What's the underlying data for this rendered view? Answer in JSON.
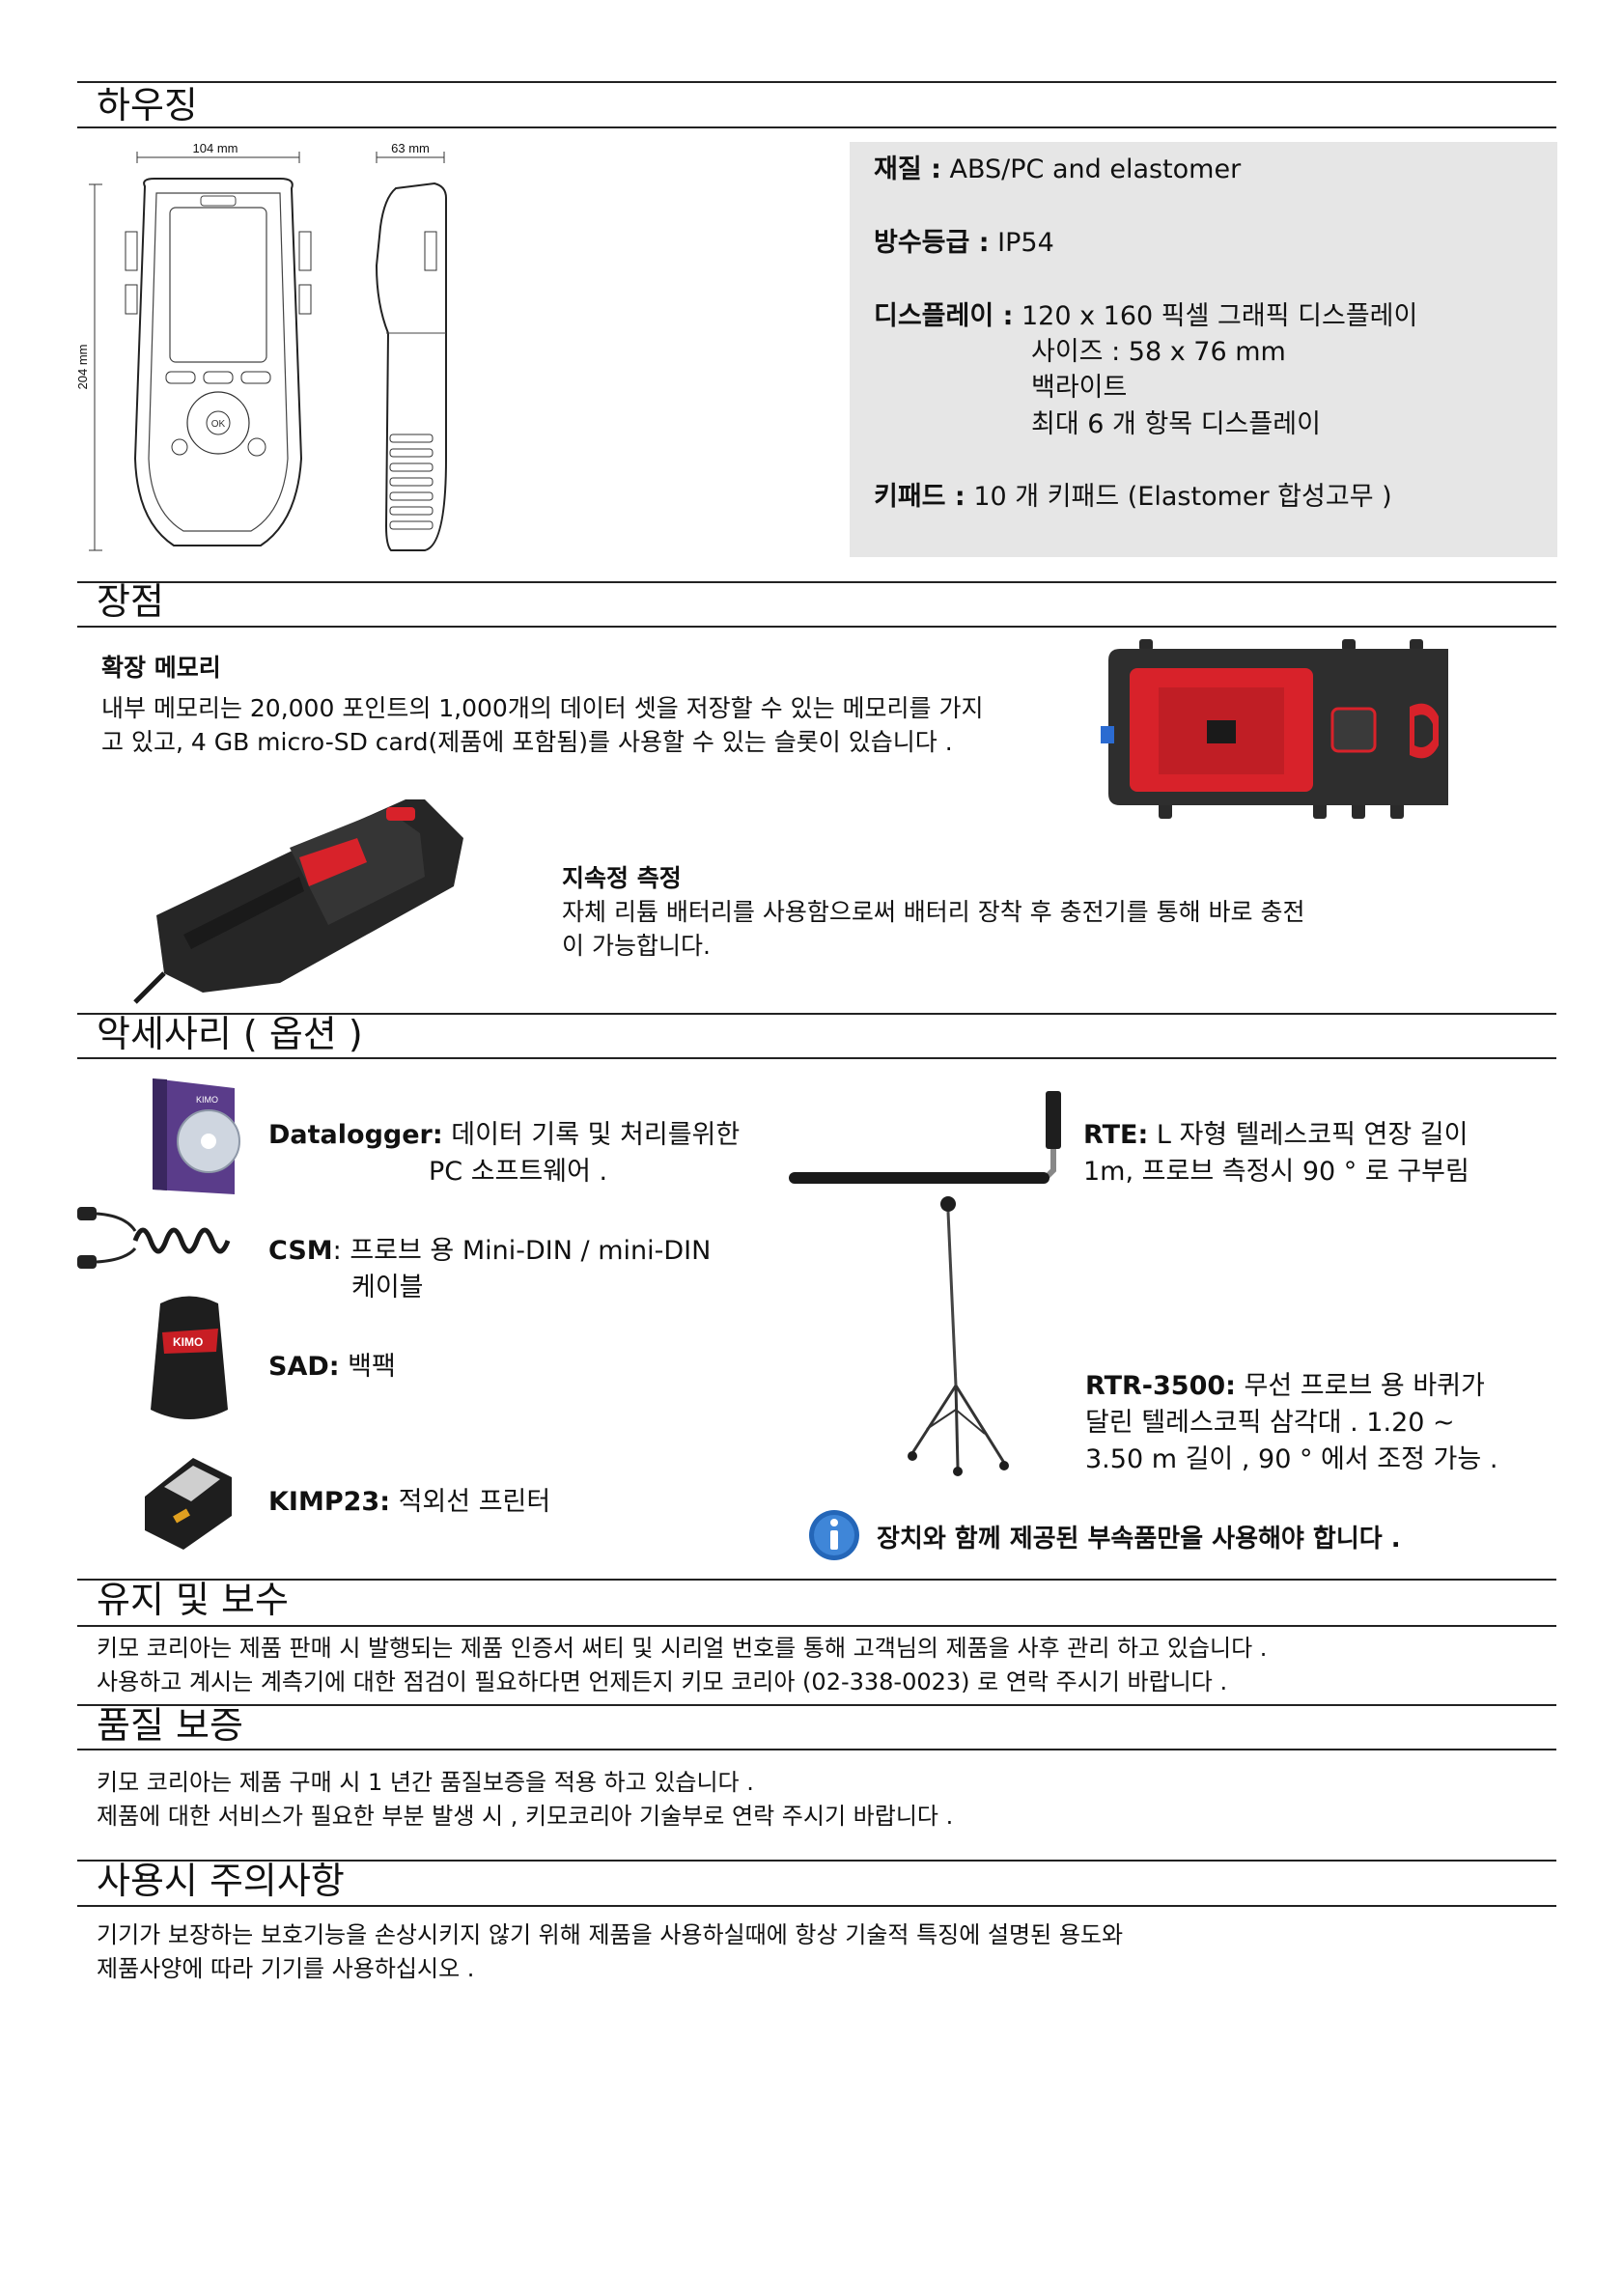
{
  "sections": {
    "housing": "하우징",
    "features": "장점",
    "accessories": "악세사리 ( 옵션 )",
    "maintenance": "유지 및 보수",
    "warranty": "품질 보증",
    "precautions": "사용시 주의사항"
  },
  "drawing": {
    "width_label": "104 mm",
    "depth_label": "63 mm",
    "height_label": "204 mm",
    "ok_label": "OK"
  },
  "specs": {
    "material_label": "재질 :",
    "material_value": "ABS/PC and elastomer",
    "waterproof_label": "방수등급 :",
    "waterproof_value": "IP54",
    "display_label": "디스플레이 :",
    "display_value": "120 x 160 픽셀 그래픽 디스플레이",
    "display_size": "사이즈 :  58 x 76 mm",
    "display_backlight": "백라이트",
    "display_lines": "최대  6 개 항목 디스플레이",
    "keypad_label": "키패드 :",
    "keypad_value": "10 개 키패드  (Elastomer  합성고무 )"
  },
  "features": {
    "memory_title": "확장 메모리",
    "memory_line1": "내부 메모리는 20,000 포인트의 1,000개의 데이터 셋을 저장할 수 있는 메모리를 가지",
    "memory_line2": "고 있고, 4 GB micro-SD card(제품에 포함됨)를 사용할 수 있는 슬롯이 있습니다 .",
    "continuous_title": "지속정 측정",
    "continuous_line1": "자체 리튬 배터리를 사용함으로써 배터리 장착 후 충전기를 통해 바로 충전",
    "continuous_line2": "이 가능합니다."
  },
  "accessories": {
    "datalogger_name": "Datalogger:",
    "datalogger_desc1": "데이터 기록 및 처리를위한",
    "datalogger_desc2": "PC  소프트웨어 .",
    "csm_name": "CSM",
    "csm_desc1": ":  프로브 용  Mini-DIN / mini-DIN",
    "csm_desc2": "케이블",
    "sad_name": "SAD:",
    "sad_desc": "백팩",
    "kimp_name": "KIMP23:",
    "kimp_desc": "적외선 프린터",
    "rte_name": "RTE:",
    "rte_desc1": "L 자형 텔레스코픽 연장 길이",
    "rte_desc2": "1m,  프로브 측정시  90 ° 로 구부림",
    "rtr_name": "RTR-3500:",
    "rtr_desc1": "무선 프로브 용 바퀴가",
    "rtr_desc2": "달린 텔레스코픽 삼각대 . 1.20 ~",
    "rtr_desc3": "3.50 m  길이 , 90 ° 에서 조정 가능 .",
    "notice": "장치와 함께 제공된 부속품만을 사용해야 합니다 .",
    "cd_text": "KIMO",
    "bag_text": "KIMO"
  },
  "maintenance": {
    "line1": "키모 코리아는 제품 판매 시 발행되는 제품 인증서 써티 및 시리얼 번호를 통해 고객님의 제품을 사후 관리 하고 있습니다 .",
    "line2": "사용하고 계시는 계측기에 대한 점검이 필요하다면 언제든지 키모 코리아  (02-338-0023) 로 연락 주시기 바랍니다 ."
  },
  "warranty": {
    "line1": "키모 코리아는 제품 구매 시  1 년간 품질보증을 적용 하고 있습니다 .",
    "line2": "제품에 대한 서비스가 필요한 부분 발생 시 ,  키모코리아 기술부로 연락 주시기 바랍니다 ."
  },
  "precautions": {
    "line1": "기기가 보장하는 보호기능을 손상시키지 않기 위해 제품을 사용하실때에 항상 기술적 특징에 설명된 용도와",
    "line2": "제품사양에  따라 기기를 사용하십시오 ."
  }
}
